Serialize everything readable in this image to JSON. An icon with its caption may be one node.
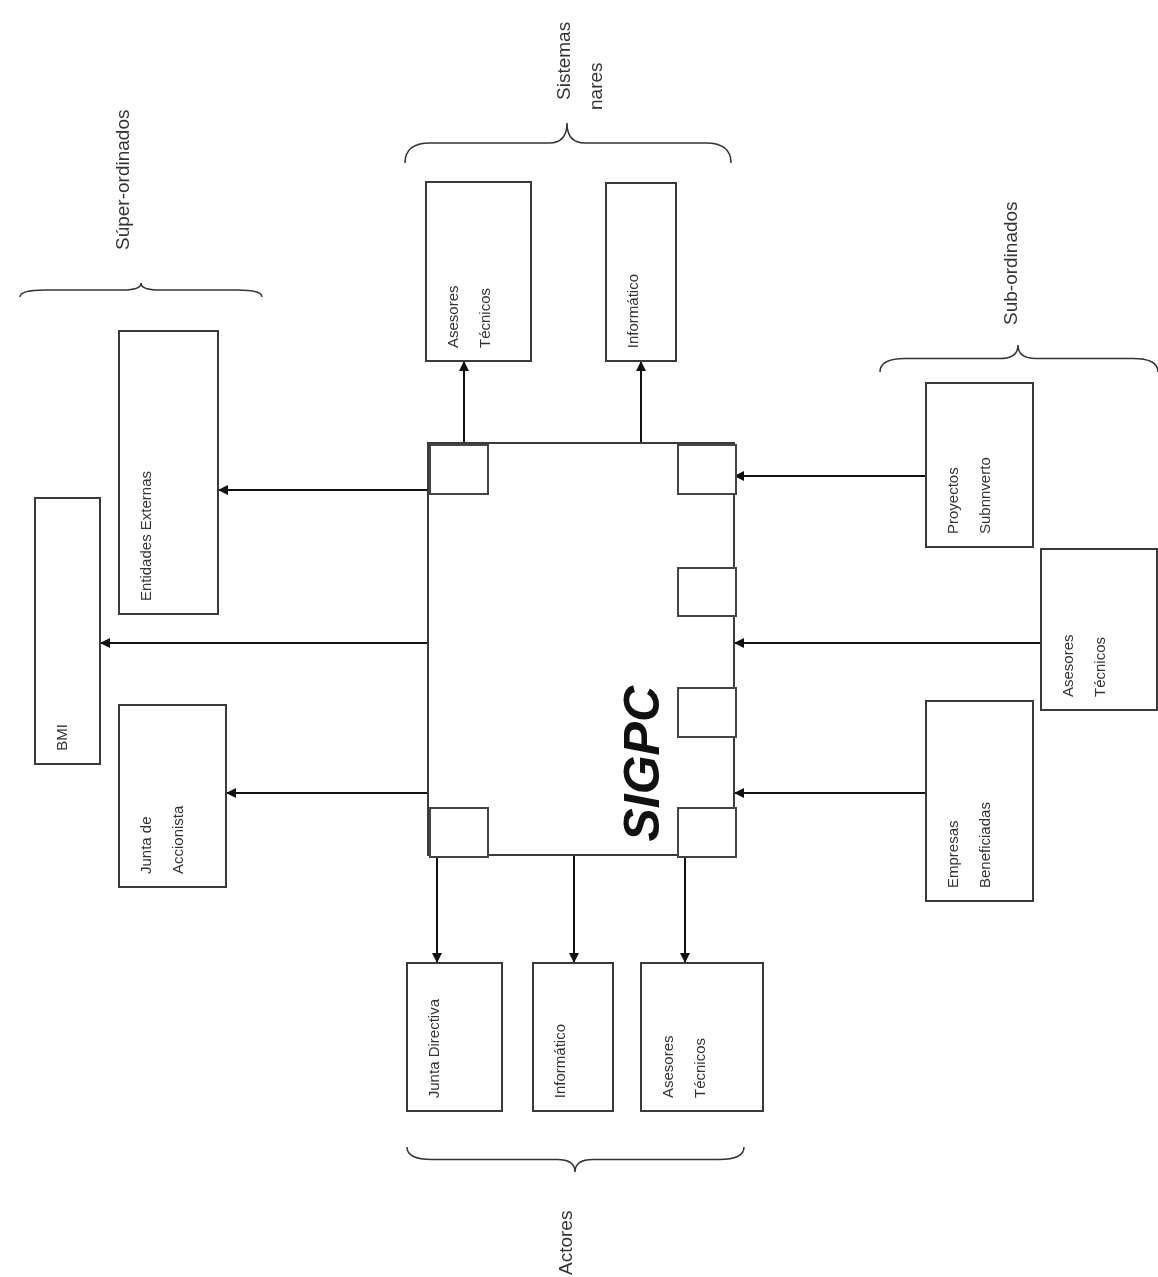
{
  "diagram": {
    "nodes": [
      {
        "text": [
          "SIGPC"
        ]
      },
      {
        "text": [],
        "shape": "box",
        "in": 0
      },
      {
        "text": [],
        "shape": "box",
        "in": 0
      },
      {
        "text": [],
        "shape": "box",
        "in": 0
      },
      {
        "text": [],
        "shape": "box",
        "in": 0
      },
      {
        "text": [],
        "shape": "box",
        "in": 0
      },
      {
        "text": [],
        "shape": "box",
        "in": 0
      },
      {
        "text": [
          "Entidades Externas"
        ]
      },
      {
        "text": [
          "BMI"
        ]
      },
      {
        "text": [
          "Junta de Accionista"
        ]
      },
      {
        "text": [
          "Asesores Técnicos"
        ]
      },
      {
        "text": [
          "Informático"
        ]
      },
      {
        "text": [
          "Proyectos Subnnverto"
        ]
      },
      {
        "text": [
          "Asesores Técnicos"
        ]
      },
      {
        "text": [
          "Empresas Beneficiadas"
        ]
      },
      {
        "text": [
          "Junta Directiva"
        ]
      },
      {
        "text": [
          "Informático"
        ]
      },
      {
        "text": [
          "Asesores Técnicos"
        ]
      }
    ],
    "edges": [
      {
        "from": 0,
        "to": 7,
        "arrow": "to"
      },
      {
        "from": 0,
        "to": 8,
        "arrow": "to"
      },
      {
        "from": 0,
        "to": 9,
        "arrow": "to"
      },
      {
        "from": 0,
        "to": 10,
        "arrow": "to"
      },
      {
        "from": 0,
        "to": 11,
        "arrow": "to"
      },
      {
        "from": 12,
        "to": 0,
        "arrow": "to"
      },
      {
        "from": 13,
        "to": 0,
        "arrow": "to"
      },
      {
        "from": 14,
        "to": 0,
        "arrow": "to"
      },
      {
        "from": 0,
        "to": 15,
        "arrow": "to"
      },
      {
        "from": 0,
        "to": 16,
        "arrow": "to"
      },
      {
        "from": 0,
        "to": 17,
        "arrow": "to"
      }
    ],
    "labels": [
      "Súper-ordinados",
      "Sistemas",
      "nares",
      "Sub-ordinados",
      "Actores"
    ]
  }
}
